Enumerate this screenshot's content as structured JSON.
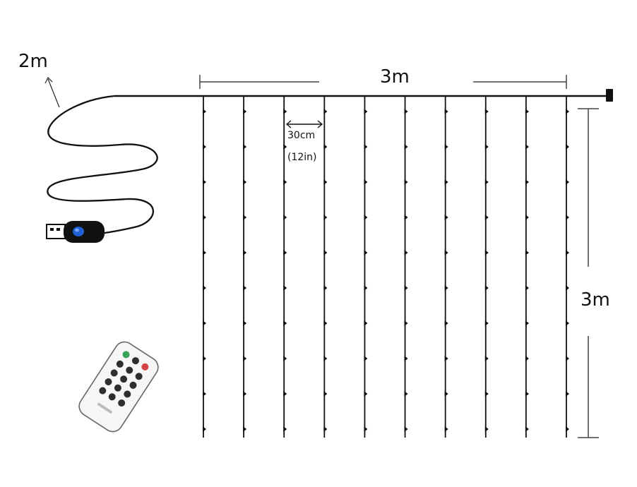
{
  "labels": {
    "cable_length": "2m",
    "width": "3m",
    "height": "3m",
    "spacing_metric": "30cm",
    "spacing_imperial": "(12in)"
  },
  "diagram": {
    "strand_count": 10,
    "bulbs_per_strand": 10
  },
  "colors": {
    "line": "#111111",
    "usb_led": "#1f5fd6",
    "remote_button": "#2e2e2e",
    "remote_green": "#3aa15a",
    "remote_red": "#d64545"
  },
  "icons": {
    "plug": "usb-plug-icon",
    "controller": "remote-control-icon",
    "end_cap": "end-cap-icon"
  }
}
